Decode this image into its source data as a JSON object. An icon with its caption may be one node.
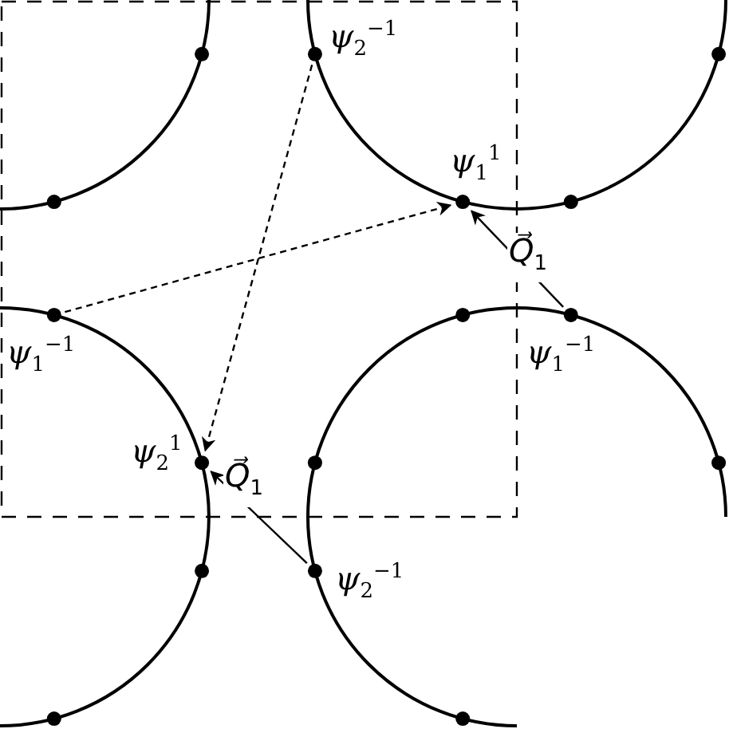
{
  "diagram": {
    "nodes": [
      {
        "text": [
          "*ψ*$_{2}$$^{−1}$"
        ]
      },
      {
        "text": [
          "*ψ*$_{1}$$^{1}$"
        ]
      },
      {
        "text": [
          "*ψ*$_{1}$$^{−1}$"
        ]
      },
      {
        "text": [
          "*ψ*$_{1}$$^{−1}$"
        ]
      },
      {
        "text": [
          "*ψ*$_{2}$$^{1}$"
        ]
      },
      {
        "text": [
          "*ψ*$_{2}$$^{−1}$"
        ]
      }
    ],
    "edges": [
      {
        "from": 3,
        "to": 1,
        "arrow": "to",
        "style": "dashed"
      },
      {
        "from": 0,
        "to": 4,
        "arrow": "to",
        "style": "dashed"
      },
      {
        "from": 2,
        "to": 1,
        "arrow": "to",
        "label": "*Q⃗*$_{1}$"
      },
      {
        "from": 5,
        "to": 4,
        "arrow": "to",
        "label": "*Q⃗*$_{1}$"
      }
    ]
  }
}
